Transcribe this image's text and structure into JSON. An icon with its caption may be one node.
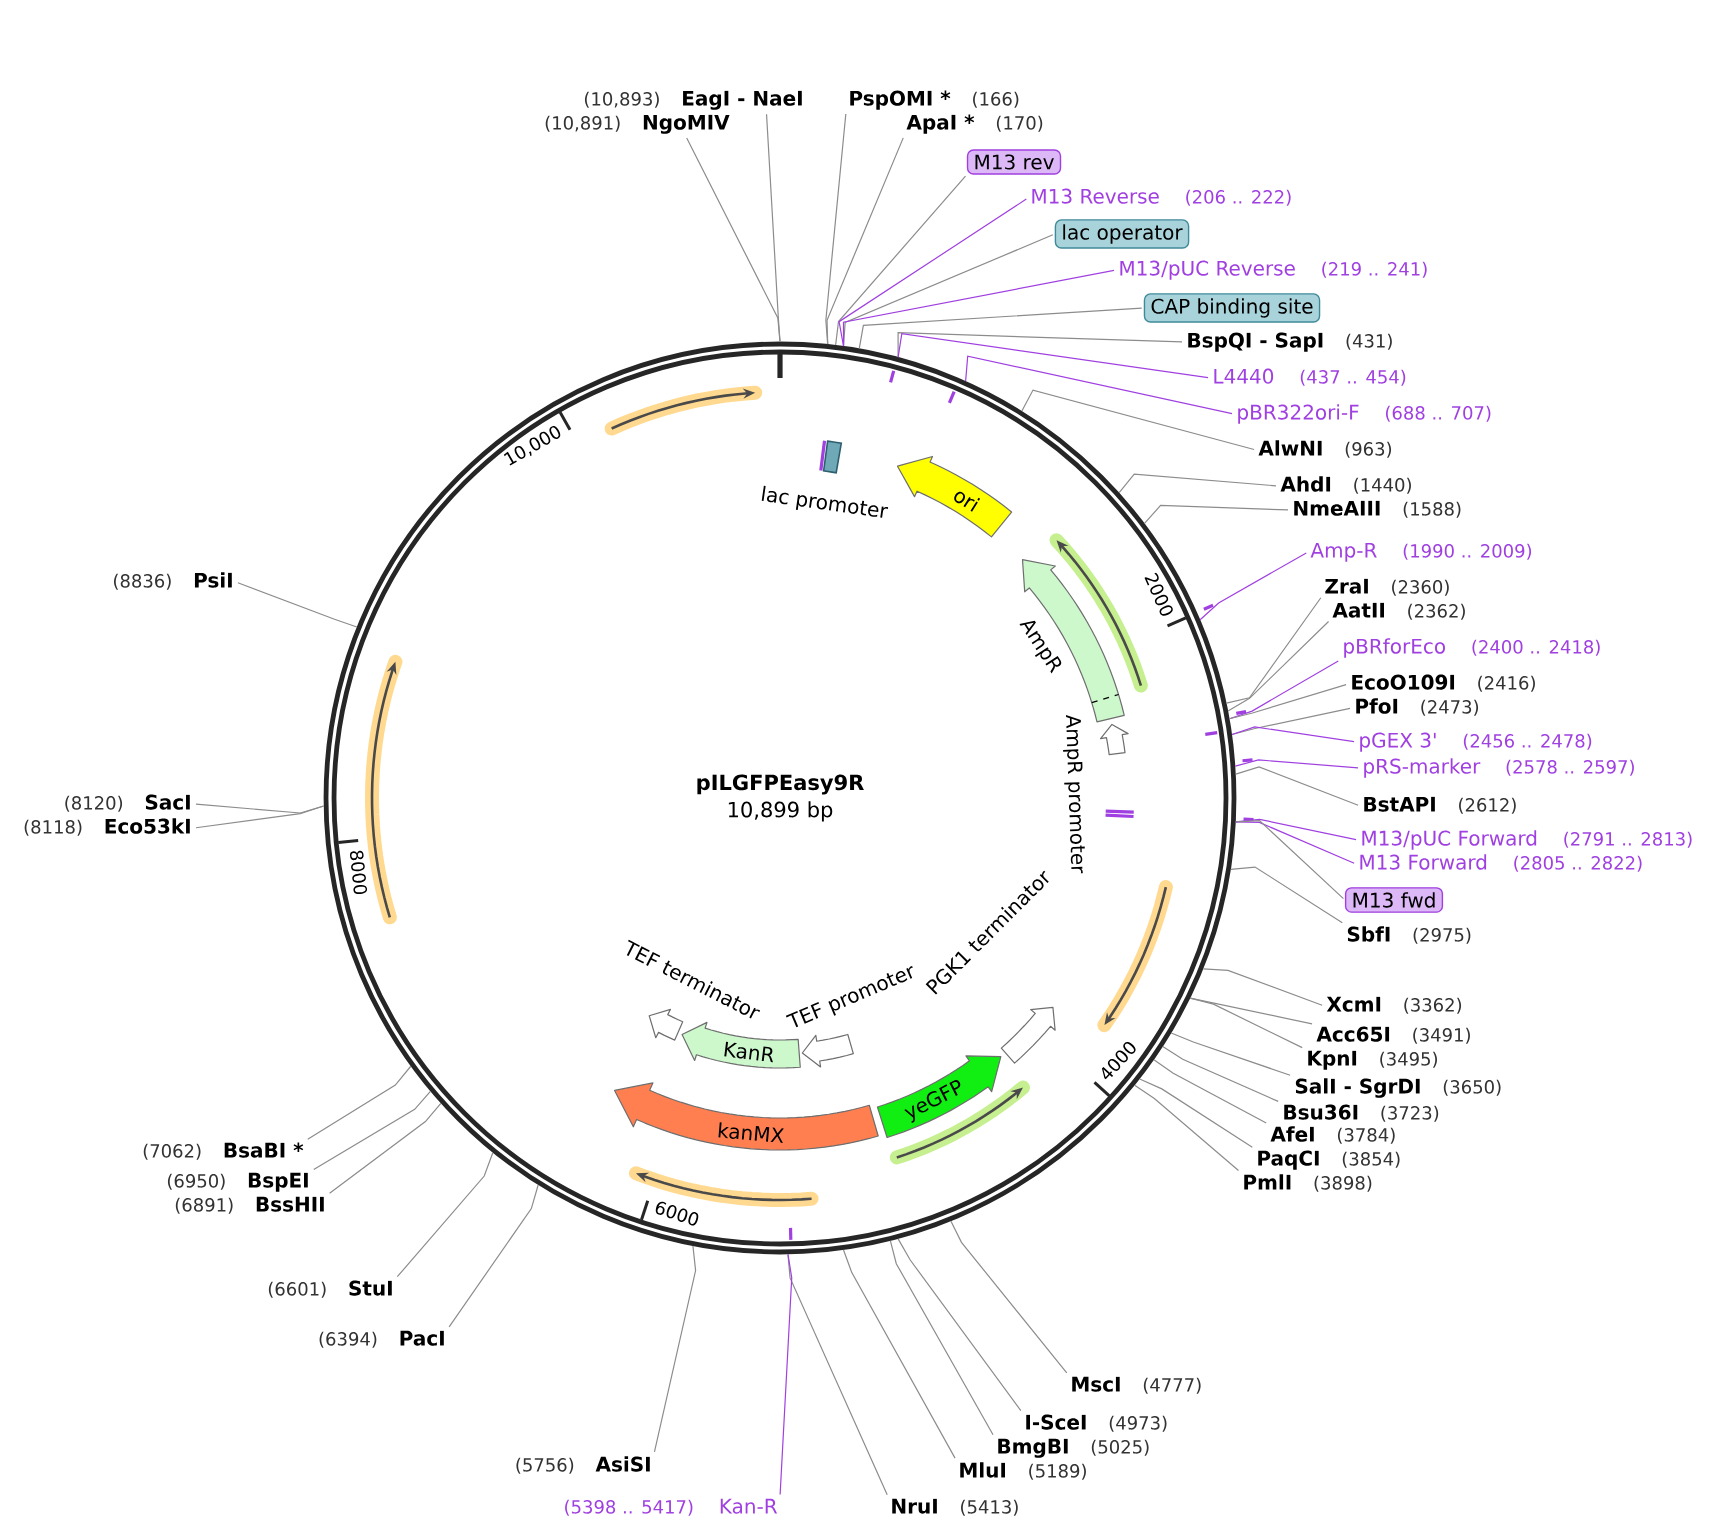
{
  "diagram": {
    "nodes": [
      {
        "text": [
          "pILGFPEasy9R",
          "10,899 bp"
        ]
      },
      {
        "text": [
          "lac promoter"
        ],
        "in": 0
      },
      {
        "text": [
          "ori"
        ],
        "in": 0
      },
      {
        "text": [
          "AmpR"
        ],
        "in": 0
      },
      {
        "text": [
          "AmpR promoter"
        ],
        "in": 0
      },
      {
        "text": [
          "PGK1 terminator"
        ],
        "in": 0
      },
      {
        "text": [
          "yeGFP"
        ],
        "in": 0
      },
      {
        "text": [
          "TEF promoter"
        ],
        "in": 0
      },
      {
        "text": [
          "KanR"
        ],
        "in": 0
      },
      {
        "text": [
          "kanMX"
        ],
        "in": 0
      },
      {
        "text": [
          "TEF terminator"
        ],
        "in": 0
      },
      {
        "text": [
          "EagI - NaeI"
        ],
        "beside": [
          "(10,893)"
        ]
      },
      {
        "text": [
          "NgoMIV"
        ],
        "beside": [
          "(10,891)"
        ]
      },
      {
        "text": [
          "PspOMI *"
        ],
        "beside": [
          "(166)"
        ]
      },
      {
        "text": [
          "ApaI *"
        ],
        "beside": [
          "(170)"
        ]
      },
      {
        "text": [
          "M13 rev"
        ]
      },
      {
        "text": [
          "M13 Reverse"
        ],
        "beside": [
          "(206 .. 222)"
        ]
      },
      {
        "text": [
          "lac operator"
        ]
      },
      {
        "text": [
          "M13/pUC Reverse"
        ],
        "beside": [
          "(219 .. 241)"
        ]
      },
      {
        "text": [
          "CAP binding site"
        ]
      },
      {
        "text": [
          "BspQI - SapI"
        ],
        "beside": [
          "(431)"
        ]
      },
      {
        "text": [
          "L4440"
        ],
        "beside": [
          "(437 .. 454)"
        ]
      },
      {
        "text": [
          "pBR322ori-F"
        ],
        "beside": [
          "(688 .. 707)"
        ]
      },
      {
        "text": [
          "AlwNI"
        ],
        "beside": [
          "(963)"
        ]
      },
      {
        "text": [
          "AhdI"
        ],
        "beside": [
          "(1440)"
        ]
      },
      {
        "text": [
          "NmeAIII"
        ],
        "beside": [
          "(1588)"
        ]
      },
      {
        "text": [
          "Amp-R"
        ],
        "beside": [
          "(1990 .. 2009)"
        ]
      },
      {
        "text": [
          "ZraI"
        ],
        "beside": [
          "(2360)"
        ]
      },
      {
        "text": [
          "AatII"
        ],
        "beside": [
          "(2362)"
        ]
      },
      {
        "text": [
          "pBRforEco"
        ],
        "beside": [
          "(2400 .. 2418)"
        ]
      },
      {
        "text": [
          "EcoO109I"
        ],
        "beside": [
          "(2416)"
        ]
      },
      {
        "text": [
          "PfoI"
        ],
        "beside": [
          "(2473)"
        ]
      },
      {
        "text": [
          "pGEX 3'"
        ],
        "beside": [
          "(2456 .. 2478)"
        ]
      },
      {
        "text": [
          "pRS-marker"
        ],
        "beside": [
          "(2578 .. 2597)"
        ]
      },
      {
        "text": [
          "BstAPI"
        ],
        "beside": [
          "(2612)"
        ]
      },
      {
        "text": [
          "M13/pUC Forward"
        ],
        "beside": [
          "(2791 .. 2813)"
        ]
      },
      {
        "text": [
          "M13 Forward"
        ],
        "beside": [
          "(2805 .. 2822)"
        ]
      },
      {
        "text": [
          "M13 fwd"
        ]
      },
      {
        "text": [
          "SbfI"
        ],
        "beside": [
          "(2975)"
        ]
      },
      {
        "text": [
          "XcmI"
        ],
        "beside": [
          "(3362)"
        ]
      },
      {
        "text": [
          "Acc65I"
        ],
        "beside": [
          "(3491)"
        ]
      },
      {
        "text": [
          "KpnI"
        ],
        "beside": [
          "(3495)"
        ]
      },
      {
        "text": [
          "SalI - SgrDI"
        ],
        "beside": [
          "(3650)"
        ]
      },
      {
        "text": [
          "Bsu36I"
        ],
        "beside": [
          "(3723)"
        ]
      },
      {
        "text": [
          "AfeI"
        ],
        "beside": [
          "(3784)"
        ]
      },
      {
        "text": [
          "PaqCI"
        ],
        "beside": [
          "(3854)"
        ]
      },
      {
        "text": [
          "PmlI"
        ],
        "beside": [
          "(3898)"
        ]
      },
      {
        "text": [
          "MscI"
        ],
        "beside": [
          "(4777)"
        ]
      },
      {
        "text": [
          "I-SceI"
        ],
        "beside": [
          "(4973)"
        ]
      },
      {
        "text": [
          "BmgBI"
        ],
        "beside": [
          "(5025)"
        ]
      },
      {
        "text": [
          "MluI"
        ],
        "beside": [
          "(5189)"
        ]
      },
      {
        "text": [
          "NruI"
        ],
        "beside": [
          "(5413)"
        ]
      },
      {
        "text": [
          "Kan-R"
        ],
        "beside": [
          "(5398 .. 5417)"
        ]
      },
      {
        "text": [
          "AsiSI"
        ],
        "beside": [
          "(5756)"
        ]
      },
      {
        "text": [
          "PacI"
        ],
        "beside": [
          "(6394)"
        ]
      },
      {
        "text": [
          "StuI"
        ],
        "beside": [
          "(6601)"
        ]
      },
      {
        "text": [
          "BssHII"
        ],
        "beside": [
          "(6891)"
        ]
      },
      {
        "text": [
          "BspEI"
        ],
        "beside": [
          "(6950)"
        ]
      },
      {
        "text": [
          "BsaBI *"
        ],
        "beside": [
          "(7062)"
        ]
      },
      {
        "text": [
          "Eco53kI"
        ],
        "beside": [
          "(8118)"
        ]
      },
      {
        "text": [
          "SacI"
        ],
        "beside": [
          "(8120)"
        ]
      },
      {
        "text": [
          "PsiI"
        ],
        "beside": [
          "(8836)"
        ]
      }
    ],
    "edges": [
      {
        "from": 11,
        "to": 0,
        "arrow": "none"
      },
      {
        "from": 12,
        "to": 0,
        "arrow": "none"
      },
      {
        "from": 13,
        "to": 0,
        "arrow": "none"
      },
      {
        "from": 14,
        "to": 0,
        "arrow": "none"
      },
      {
        "from": 15,
        "to": 0,
        "arrow": "none"
      },
      {
        "from": 16,
        "to": 0,
        "arrow": "none",
        "color": "#a040e0"
      },
      {
        "from": 17,
        "to": 0,
        "arrow": "none"
      },
      {
        "from": 18,
        "to": 0,
        "arrow": "none",
        "color": "#a040e0"
      },
      {
        "from": 19,
        "to": 0,
        "arrow": "none"
      },
      {
        "from": 20,
        "to": 0,
        "arrow": "none"
      },
      {
        "from": 21,
        "to": 0,
        "arrow": "none",
        "color": "#a040e0"
      },
      {
        "from": 22,
        "to": 0,
        "arrow": "none",
        "color": "#a040e0"
      },
      {
        "from": 23,
        "to": 0,
        "arrow": "none"
      },
      {
        "from": 24,
        "to": 0,
        "arrow": "none"
      },
      {
        "from": 25,
        "to": 0,
        "arrow": "none"
      },
      {
        "from": 26,
        "to": 0,
        "arrow": "none",
        "color": "#a040e0"
      },
      {
        "from": 27,
        "to": 0,
        "arrow": "none"
      },
      {
        "from": 28,
        "to": 0,
        "arrow": "none"
      },
      {
        "from": 29,
        "to": 0,
        "arrow": "none",
        "color": "#a040e0"
      },
      {
        "from": 30,
        "to": 0,
        "arrow": "none"
      },
      {
        "from": 31,
        "to": 0,
        "arrow": "none"
      },
      {
        "from": 32,
        "to": 0,
        "arrow": "none",
        "color": "#a040e0"
      },
      {
        "from": 33,
        "to": 0,
        "arrow": "none",
        "color": "#a040e0"
      },
      {
        "from": 34,
        "to": 0,
        "arrow": "none"
      },
      {
        "from": 35,
        "to": 0,
        "arrow": "none",
        "color": "#a040e0"
      },
      {
        "from": 36,
        "to": 0,
        "arrow": "none",
        "color": "#a040e0"
      },
      {
        "from": 37,
        "to": 0,
        "arrow": "none"
      },
      {
        "from": 38,
        "to": 0,
        "arrow": "none"
      },
      {
        "from": 39,
        "to": 0,
        "arrow": "none"
      },
      {
        "from": 40,
        "to": 0,
        "arrow": "none"
      },
      {
        "from": 41,
        "to": 0,
        "arrow": "none"
      },
      {
        "from": 42,
        "to": 0,
        "arrow": "none"
      },
      {
        "from": 43,
        "to": 0,
        "arrow": "none"
      },
      {
        "from": 44,
        "to": 0,
        "arrow": "none"
      },
      {
        "from": 45,
        "to": 0,
        "arrow": "none"
      },
      {
        "from": 46,
        "to": 0,
        "arrow": "none"
      },
      {
        "from": 47,
        "to": 0,
        "arrow": "none"
      },
      {
        "from": 48,
        "to": 0,
        "arrow": "none"
      },
      {
        "from": 49,
        "to": 0,
        "arrow": "none"
      },
      {
        "from": 50,
        "to": 0,
        "arrow": "none"
      },
      {
        "from": 51,
        "to": 0,
        "arrow": "none"
      },
      {
        "from": 52,
        "to": 0,
        "arrow": "none",
        "color": "#a040e0"
      },
      {
        "from": 53,
        "to": 0,
        "arrow": "none"
      },
      {
        "from": 54,
        "to": 0,
        "arrow": "none"
      },
      {
        "from": 55,
        "to": 0,
        "arrow": "none"
      },
      {
        "from": 56,
        "to": 0,
        "arrow": "none"
      },
      {
        "from": 57,
        "to": 0,
        "arrow": "none"
      },
      {
        "from": 58,
        "to": 0,
        "arrow": "none"
      },
      {
        "from": 59,
        "to": 0,
        "arrow": "none"
      },
      {
        "from": 60,
        "to": 0,
        "arrow": "none"
      },
      {
        "from": 61,
        "to": 0,
        "arrow": "none"
      }
    ],
    "labels": [
      "10,000",
      "2000",
      "8000",
      "4000",
      "6000"
    ]
  }
}
